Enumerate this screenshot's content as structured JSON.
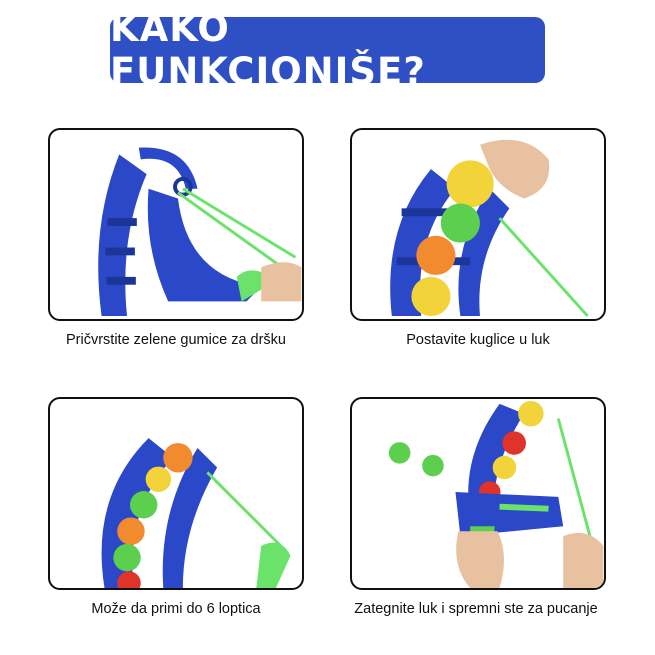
{
  "title": "KAKO FUNKCIONIŠE?",
  "steps": [
    {
      "caption": "Pričvrstite zelene gumice za dršku"
    },
    {
      "caption": "Postavite kuglice u luk"
    },
    {
      "caption": "Može da primi do 6 loptica"
    },
    {
      "caption": "Zategnite luk i spremni ste za pucanje"
    }
  ],
  "colors": {
    "banner": "#2f4fc4",
    "bow_blue": "#2a48c8",
    "band_green": "#6be36b",
    "ball_yellow": "#f2d43a",
    "ball_green": "#5ccf4f",
    "ball_orange": "#f28a2e",
    "ball_red": "#e0342b"
  }
}
